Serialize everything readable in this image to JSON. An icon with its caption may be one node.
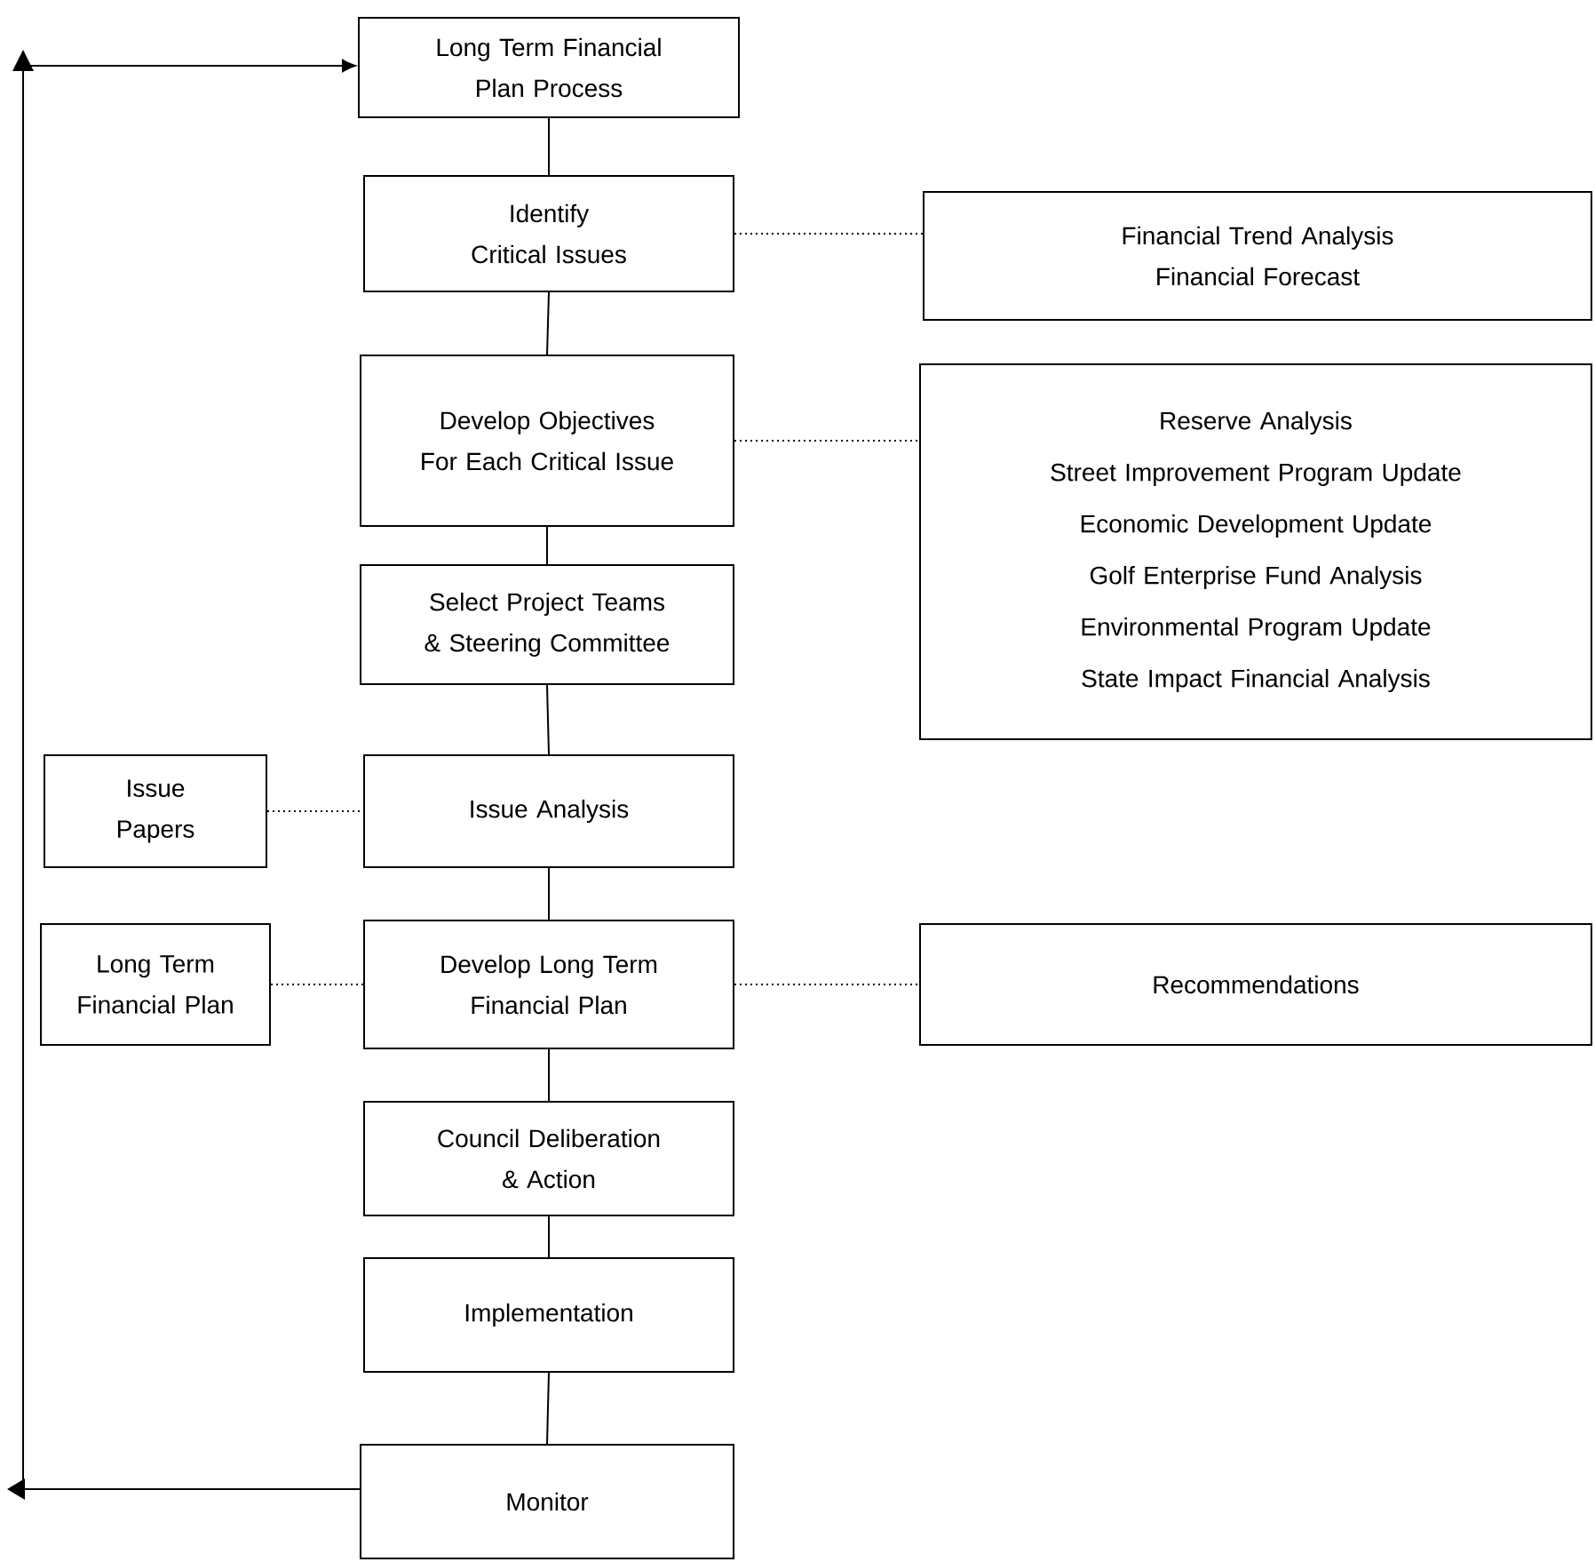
{
  "diagram": {
    "nodes": [
      {
        "text": [
          "Long Term Financial Plan Process"
        ]
      },
      {
        "text": [
          "Identify Critical Issues"
        ]
      },
      {
        "text": [
          "Financial Trend Analysis",
          "Financial Forecast"
        ]
      },
      {
        "text": [
          "Develop Objectives For Each Critical Issue"
        ]
      },
      {
        "text": [
          "Reserve Analysis",
          "Street Improvement Program Update",
          "Economic Development Update",
          "Golf Enterprise Fund Analysis",
          "Environmental Program Update",
          "State Impact Financial Analysis"
        ]
      },
      {
        "text": [
          "Select Project Teams & Steering Committee"
        ]
      },
      {
        "text": [
          "Issue Papers"
        ]
      },
      {
        "text": [
          "Issue Analysis"
        ]
      },
      {
        "text": [
          "Long Term Financial Plan"
        ]
      },
      {
        "text": [
          "Develop Long Term Financial Plan"
        ]
      },
      {
        "text": [
          "Recommendations"
        ]
      },
      {
        "text": [
          "Council Deliberation & Action"
        ]
      },
      {
        "text": [
          "Implementation"
        ]
      },
      {
        "text": [
          "Monitor"
        ]
      }
    ],
    "edges": [
      {
        "from": 0,
        "to": 1,
        "arrow": "none"
      },
      {
        "from": 1,
        "to": 2,
        "arrow": "none",
        "style": "dashed"
      },
      {
        "from": 1,
        "to": 3,
        "arrow": "none"
      },
      {
        "from": 3,
        "to": 4,
        "arrow": "none",
        "style": "dashed"
      },
      {
        "from": 3,
        "to": 5,
        "arrow": "none"
      },
      {
        "from": 5,
        "to": 7,
        "arrow": "none"
      },
      {
        "from": 6,
        "to": 7,
        "arrow": "none",
        "style": "dashed"
      },
      {
        "from": 7,
        "to": 9,
        "arrow": "none"
      },
      {
        "from": 8,
        "to": 9,
        "arrow": "none",
        "style": "dashed"
      },
      {
        "from": 9,
        "to": 10,
        "arrow": "none",
        "style": "dashed"
      },
      {
        "from": 9,
        "to": 11,
        "arrow": "none"
      },
      {
        "from": 11,
        "to": 12,
        "arrow": "none"
      },
      {
        "from": 12,
        "to": 13,
        "arrow": "none"
      },
      {
        "from": 13,
        "to": 0,
        "arrow": "to"
      }
    ]
  }
}
